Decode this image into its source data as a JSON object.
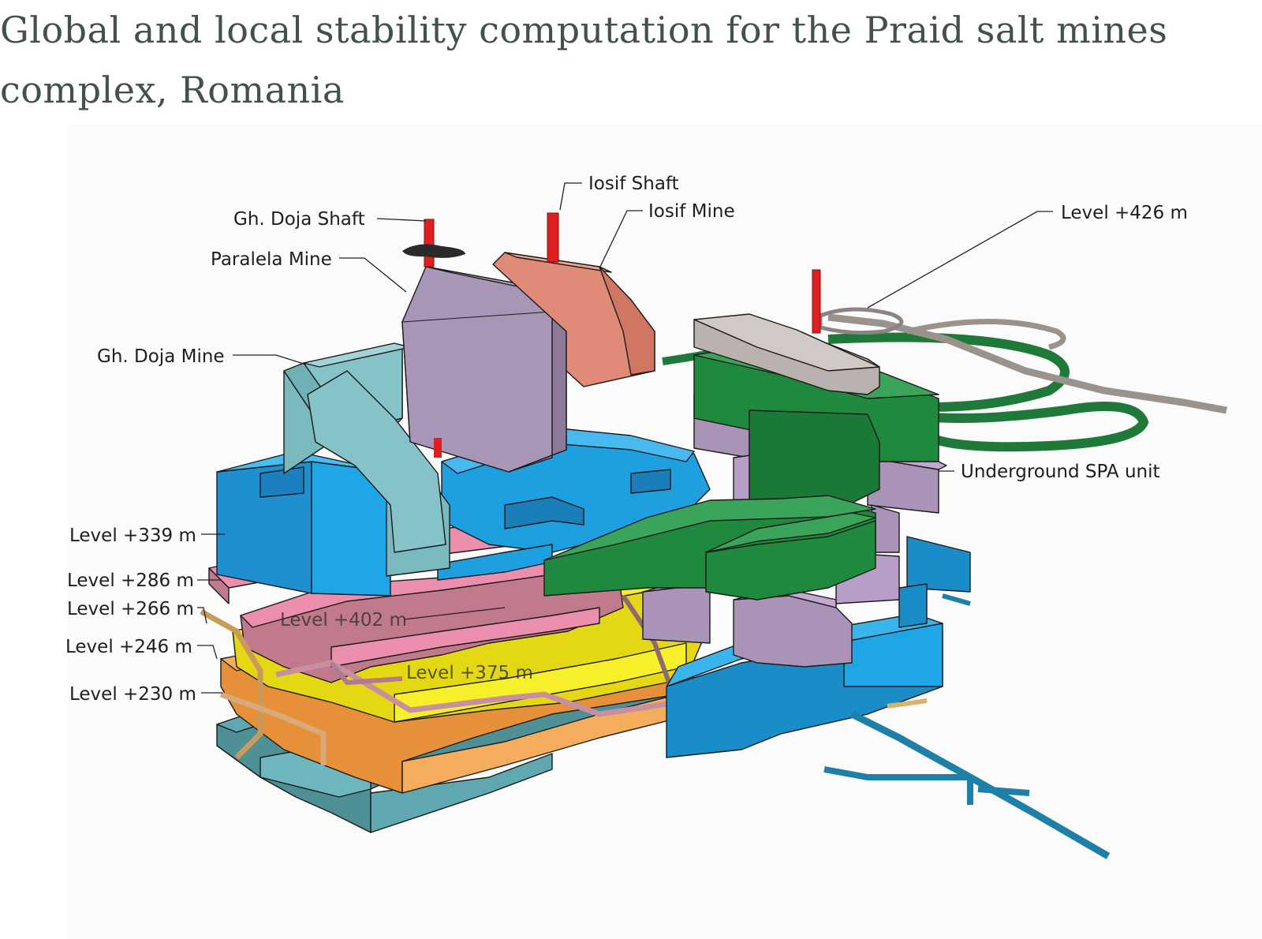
{
  "title": {
    "line1": "Global and local stability computation for the Praid salt mines",
    "line2": "complex,  Romania"
  },
  "labels": {
    "iosif_shaft": "Iosif Shaft",
    "iosif_mine": "Iosif Mine",
    "ghdoja_shaft": "Gh. Doja Shaft",
    "paralela_mine": "Paralela Mine",
    "ghdoja_mine": "Gh. Doja Mine",
    "level_426": "Level +426 m",
    "spa_unit": "Underground SPA unit",
    "level_339": "Level +339 m",
    "level_286": "Level +286 m",
    "level_266": "Level +266 m",
    "level_246": "Level +246 m",
    "level_230": "Level +230 m",
    "level_402": "Level +402 m",
    "level_375": "Level +375 m"
  },
  "colors": {
    "level_230": "#5fa8b0",
    "level_246": "#f0a24a",
    "level_266": "#f2ea1a",
    "level_286": "#e98aa8",
    "level_339": "#1e9fe0",
    "level_375": "#c0a4cc",
    "level_402": "#1f8a3d",
    "level_426": "#b9b2ae",
    "ghdoja_mine": "#86c3c8",
    "paralela_mine": "#a996b6",
    "iosif_mine": "#e08a78",
    "shaft": "#e02020"
  }
}
